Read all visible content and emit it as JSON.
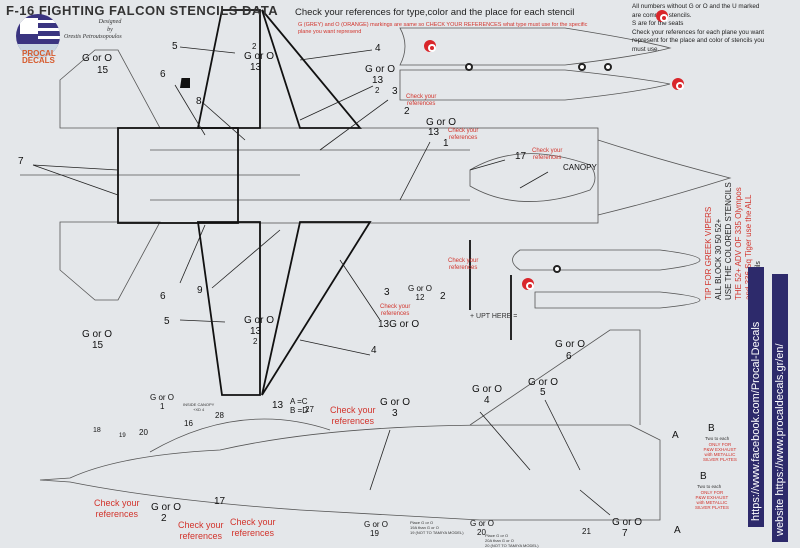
{
  "header": {
    "title": "F-16 FIGHTING FALCON STENCILS DATA",
    "designed_label": "Designed\nby",
    "designer": "Orestis Petroutsopoulos",
    "brand": "PROCAL DECALS"
  },
  "instructions": {
    "main": "Check your references for  type,color and the place for  each stencil",
    "warning": "G (GREY) and O (ORANGE) markings are same so CHECK YOUR REFERENCES what type must use for the specific plane you want represend",
    "notes": [
      "All numbers without G or O and the U marked",
      "are common stencils.",
      "S are for the seats",
      "Check your references for each plane you want",
      "represent for the place and color of stencils you",
      "must use."
    ]
  },
  "tip": {
    "line1": "TIP FOR GREEK VIPERS",
    "line2": "ALL BLOCK 30 50 52+",
    "line3": "USE THE COLORED STENCILS",
    "line4": "THE 52+ ADV OF 335 Olympos",
    "line5": "and 336 Sq Tiger use the ALL",
    "line6": "grey stencils"
  },
  "links": {
    "facebook": "https://www.facebook.com/Procal-Decals",
    "website": "website  https://www.procaldecals.gr/en/"
  },
  "plan_view_labels": {
    "g_or_o": "G or O",
    "n15": "15",
    "n13": "13",
    "n12": "12",
    "n2": "2",
    "n1": "1",
    "n3": "3",
    "n4": "4",
    "n5": "5",
    "n6": "6",
    "n7": "7",
    "n8": "8",
    "n9": "9",
    "n17": "17",
    "canopy": "CANOPY",
    "g_or_o_13": "13G or O",
    "uplift": "+ UPT HERE ="
  },
  "side_view_labels": {
    "g_or_o": "G or O",
    "n1": "1",
    "n2": "2",
    "n3": "3",
    "n4": "4",
    "n5": "5",
    "n6": "6",
    "n7": "7",
    "n13": "13",
    "n16": "16",
    "n17": "17",
    "n18": "18",
    "n19": "19",
    "n20": "20",
    "n21": "21",
    "n27": "27",
    "n28": "28",
    "inside_canopy": "INSIDE CANOPY\n+XD 4",
    "a_eq_c": "A =C",
    "b_eq_d": "B =D",
    "A": "A",
    "B": "B",
    "two_to_each": "Two to each",
    "pw_note": "ONLY FOR\nP&W EXHAUST\nwith METALLIC\nSILVER PLATES",
    "place_19": "Place G or O\n19A than G or O\n19 (NOT TO TAMIYA MODEL)",
    "place_20": "Place G or O\n20A than G or O\n20 (NOT TO TAMIYA MODEL)"
  },
  "check_refs": "Check your\nreferences",
  "colors": {
    "background": "#e4e7ea",
    "ink": "#222222",
    "red": "#d2342c",
    "banner": "#2d2a6b",
    "roundel": "#d9262b"
  }
}
